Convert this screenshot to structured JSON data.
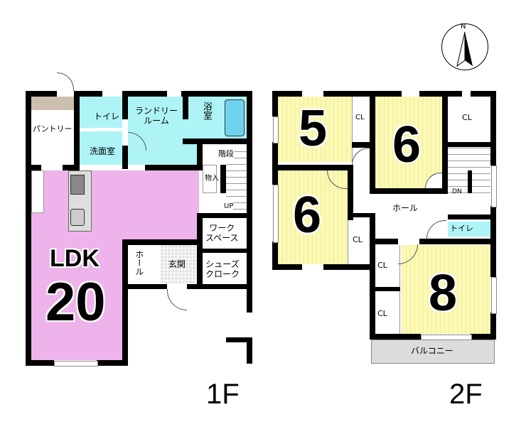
{
  "compass": {
    "north_label": "N"
  },
  "floor1": {
    "label": "1F",
    "rooms": {
      "pantry": "パントリー",
      "toilet": "トイレ",
      "washroom": "洗面室",
      "laundry": "ランドリー\nルーム",
      "bath": "浴室",
      "stairs": "階段",
      "storage": "物入",
      "up": "UP",
      "workspace": "ワーク\nスペース",
      "hall": "ホール",
      "entrance": "玄関",
      "shoes_cloak": "シューズ\nクローク",
      "ldk_name": "LDK",
      "ldk_size": "20"
    }
  },
  "floor2": {
    "label": "2F",
    "rooms": {
      "room_a_size": "5",
      "room_b_size": "6",
      "room_c_size": "6",
      "room_d_size": "8",
      "cl": "CL",
      "hall": "ホール",
      "toilet": "トイレ",
      "dn": "DN",
      "balcony": "バルコニー"
    }
  }
}
